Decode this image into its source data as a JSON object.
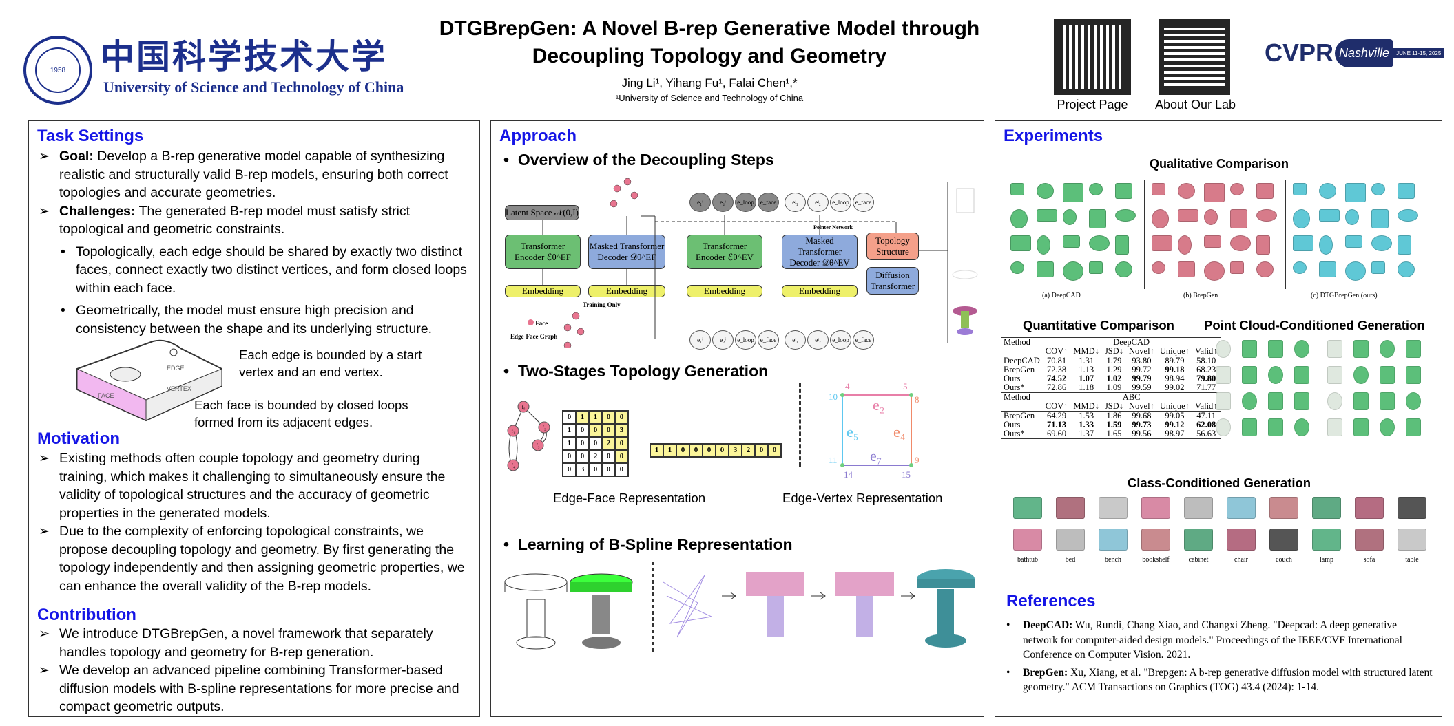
{
  "header": {
    "university_cn": "中国科学技术大学",
    "university_en": "University of Science and Technology of China",
    "seal_year": "1958",
    "title_line1": "DTGBrepGen: A Novel B-rep Generative Model through",
    "title_line2": "Decoupling Topology and Geometry",
    "authors": "Jing Li¹, Yihang Fu¹, Falai Chen¹,*",
    "affiliation": "¹University of Science and Technology of China",
    "qr1_label": "Project Page",
    "qr2_label": "About Our Lab",
    "conference": "CVPR",
    "conference_city": "Nashville",
    "conference_dates": "JUNE 11-15, 2025"
  },
  "left": {
    "task_heading": "Task Settings",
    "goal_label": "Goal:",
    "goal_text": " Develop a B-rep generative model capable of synthesizing realistic and structurally valid B-rep models, ensuring both correct topologies and accurate geometries.",
    "challenges_label": "Challenges:",
    "challenges_text": " The generated B-rep model must satisfy strict topological and geometric constraints.",
    "sub1": "Topologically, each edge should be shared by exactly two distinct faces, connect exactly two distinct vertices, and form closed loops within each face.",
    "sub2": "Geometrically, the model must ensure high precision and consistency between the shape and its underlying structure.",
    "fig_edge": "EDGE",
    "fig_vertex": "VERTEX",
    "fig_face": "FACE",
    "fig_note1": "Each edge is bounded by a start vertex and an end vertex.",
    "fig_note2": "Each face is bounded by closed loops formed from its adjacent edges.",
    "motivation_heading": "Motivation",
    "motivation": [
      "Existing methods often couple topology and geometry during training, which makes it challenging to simultaneously ensure the validity of topological structures and the accuracy of geometric properties in the generated models.",
      "Due to the complexity of enforcing topological constraints, we propose decoupling topology and geometry. By first generating the topology independently and then assigning geometric properties, we can enhance the overall validity of the B-rep models."
    ],
    "contribution_heading": "Contribution",
    "contribution": [
      "We introduce DTGBrepGen, a novel framework that separately handles topology and geometry for B-rep generation.",
      "We develop an advanced pipeline combining Transformer-based diffusion models with B-spline representations for more precise and compact geometric outputs."
    ],
    "bullet_mark": "➢",
    "sub_mark": "•"
  },
  "middle": {
    "heading": "Approach",
    "s1": "Overview of the Decoupling Steps",
    "s2": "Two-Stages Topology Generation",
    "s3": "Learning of B-Spline Representation",
    "dot": "•",
    "diagram": {
      "latent": "Latent Space 𝒩(0,I)",
      "enc1": "Transformer Encoder ℰθ^EF",
      "dec1": "Masked Transformer Decoder 𝒟θ^EF",
      "enc2": "Transformer Encoder ℰθ^EV",
      "dec2": "Masked Transformer Decoder 𝒟θ^EV",
      "embedding": "Embedding",
      "topology": "Topology Structure",
      "diffusion": "Diffusion Transformer",
      "training_only": "Training Only",
      "pointer": "Pointer Network",
      "face_legend": "Face",
      "graph_label": "Edge-Face Graph",
      "dots": "· · ·",
      "tokens_a": [
        "e₁ⁱ",
        "e₂ⁱ",
        "e_loop",
        "e_face"
      ],
      "tokens_b": [
        "eʲ₁",
        "eʲ₂",
        "e_loop",
        "e_face"
      ]
    },
    "matrix": [
      [
        0,
        1,
        1,
        0,
        0
      ],
      [
        1,
        0,
        0,
        0,
        3
      ],
      [
        1,
        0,
        0,
        2,
        0
      ],
      [
        0,
        0,
        2,
        0,
        0
      ],
      [
        0,
        3,
        0,
        0,
        0
      ]
    ],
    "sequence": [
      1,
      1,
      0,
      0,
      0,
      0,
      3,
      2,
      0,
      0
    ],
    "faces": [
      "f₀",
      "f₁",
      "f₂",
      "f₃",
      "f₄"
    ],
    "edge_face_caption": "Edge-Face Representation",
    "edge_vertex_caption": "Edge-Vertex Representation",
    "ev": {
      "e2": "e₂",
      "e4": "e₄",
      "e5": "e₅",
      "e7": "e₇",
      "v4": "4",
      "v5": "5",
      "v8": "8",
      "v9": "9",
      "v10": "10",
      "v11": "11",
      "v14": "14",
      "v15": "15"
    }
  },
  "right": {
    "heading": "Experiments",
    "qual_title": "Qualitative Comparison",
    "qual_captions": [
      "(a) DeepCAD",
      "(b) BrepGen",
      "(c) DTGBrepGen (ours)"
    ],
    "quant_title": "Quantitative Comparison",
    "pc_title": "Point Cloud-Conditioned Generation",
    "table": {
      "method": "Method",
      "cols": [
        "COV↑",
        "MMD↓",
        "JSD↓",
        "Novel↑",
        "Unique↑",
        "Valid↑"
      ],
      "groups": [
        {
          "name": "DeepCAD",
          "rows": [
            {
              "m": "DeepCAD",
              "v": [
                "70.81",
                "1.31",
                "1.79",
                "93.80",
                "89.79",
                "58.10"
              ],
              "bold": []
            },
            {
              "m": "BrepGen",
              "v": [
                "72.38",
                "1.13",
                "1.29",
                "99.72",
                "99.18",
                "68.23"
              ],
              "bold": [
                4
              ]
            },
            {
              "m": "Ours",
              "v": [
                "74.52",
                "1.07",
                "1.02",
                "99.79",
                "98.94",
                "79.80"
              ],
              "bold": [
                0,
                1,
                2,
                3,
                5
              ]
            },
            {
              "m": "Ours*",
              "v": [
                "72.86",
                "1.18",
                "1.09",
                "99.59",
                "99.02",
                "71.77"
              ],
              "bold": []
            }
          ]
        },
        {
          "name": "ABC",
          "rows": [
            {
              "m": "BrepGen",
              "v": [
                "64.29",
                "1.53",
                "1.86",
                "99.68",
                "99.05",
                "47.11"
              ],
              "bold": []
            },
            {
              "m": "Ours",
              "v": [
                "71.13",
                "1.33",
                "1.59",
                "99.73",
                "99.12",
                "62.08"
              ],
              "bold": [
                0,
                1,
                2,
                3,
                4,
                5
              ]
            },
            {
              "m": "Ours*",
              "v": [
                "69.60",
                "1.37",
                "1.65",
                "99.56",
                "98.97",
                "56.63"
              ],
              "bold": []
            }
          ]
        }
      ]
    },
    "class_title": "Class-Conditioned Generation",
    "classes": [
      "bathtub",
      "bed",
      "bench",
      "bookshelf",
      "cabinet",
      "chair",
      "couch",
      "lamp",
      "sofa",
      "table"
    ],
    "refs_heading": "References",
    "refs": [
      {
        "key": "DeepCAD:",
        "text": " Wu, Rundi, Chang Xiao, and Changxi Zheng. \"Deepcad: A deep generative network for computer-aided design models.\" Proceedings of the IEEE/CVF International Conference on Computer Vision. 2021."
      },
      {
        "key": "BrepGen:",
        "text": " Xu, Xiang, et al. \"Brepgen: A b-rep generative diffusion model with structured latent geometry.\" ACM Transactions on Graphics (TOG) 43.4 (2024): 1-14."
      }
    ]
  },
  "colors": {
    "heading": "#1515e6",
    "green": "#5cbf7a",
    "pink": "#d77b8a",
    "cyan": "#5fc8d6",
    "enc": "#6cbf73",
    "dec": "#8eaadc",
    "emb": "#eef06a",
    "topo": "#f4a08a"
  }
}
